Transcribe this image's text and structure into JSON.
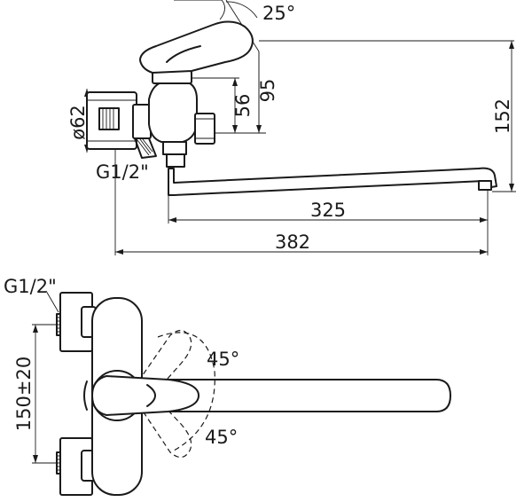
{
  "side_view": {
    "dim_angle": "25°",
    "dim_95": "95",
    "dim_56": "56",
    "dim_152": "152",
    "dim_diameter": "ø62",
    "dim_thread": "G1/2\"",
    "dim_325": "325",
    "dim_382": "382"
  },
  "front_view": {
    "dim_thread": "G1/2\"",
    "dim_spacing": "150±20",
    "angle_up": "45°",
    "angle_down": "45°"
  },
  "colors": {
    "line": "#1a1a1a",
    "background": "#ffffff"
  }
}
